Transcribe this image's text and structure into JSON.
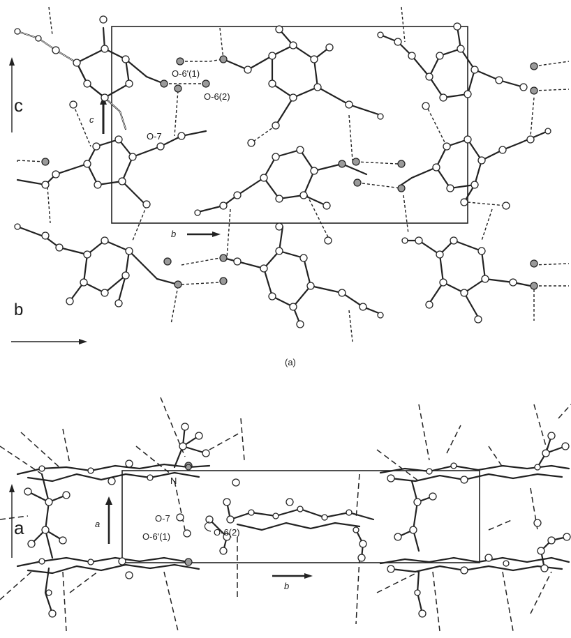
{
  "panel_a": {
    "caption": "(a)",
    "axis_c": "c",
    "axis_b": "b",
    "inner_c": "c",
    "inner_b": "b",
    "atom_labels": {
      "o6p1": "O-6'(1)",
      "o62": "O-6(2)",
      "o7": "O-7"
    }
  },
  "panel_b": {
    "axis_a": "a",
    "inner_a": "a",
    "inner_b": "b",
    "atom_labels": {
      "n": "N",
      "o7": "O-7",
      "o6p1": "O-6'(1)",
      "o62": "O-6(2)"
    }
  },
  "colors": {
    "ink": "#222222",
    "oxygen_fill": "#9a9a9a",
    "atom_fill": "#ffffff"
  }
}
